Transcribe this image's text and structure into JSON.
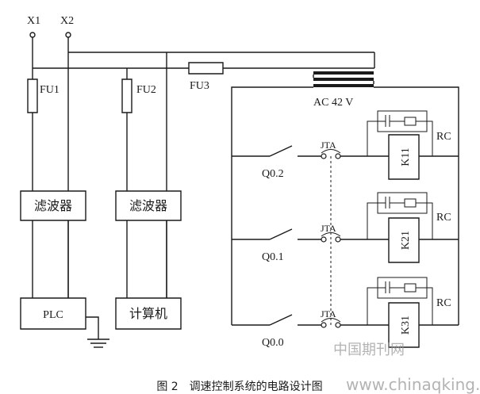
{
  "terminals": {
    "x1": "X1",
    "x2": "X2"
  },
  "fuses": {
    "fu1": "FU1",
    "fu2": "FU2",
    "fu3": "FU3"
  },
  "filters": {
    "left": "滤波器",
    "right": "滤波器"
  },
  "devices": {
    "plc": "PLC",
    "computer": "计算机"
  },
  "transformer": {
    "label": "AC 42 V"
  },
  "branches": [
    {
      "output": "Q0.2",
      "contact": "JTA",
      "relay": "K11",
      "snubber": "RC"
    },
    {
      "output": "Q0.1",
      "contact": "JTA",
      "relay": "K21",
      "snubber": "RC"
    },
    {
      "output": "Q0.0",
      "contact": "JTA",
      "relay": "K31",
      "snubber": "RC"
    }
  ],
  "caption": "图 2　调速控制系统的电路设计图",
  "watermark": {
    "cn": "中国期刊网",
    "url": "www.chinaqking.com"
  }
}
